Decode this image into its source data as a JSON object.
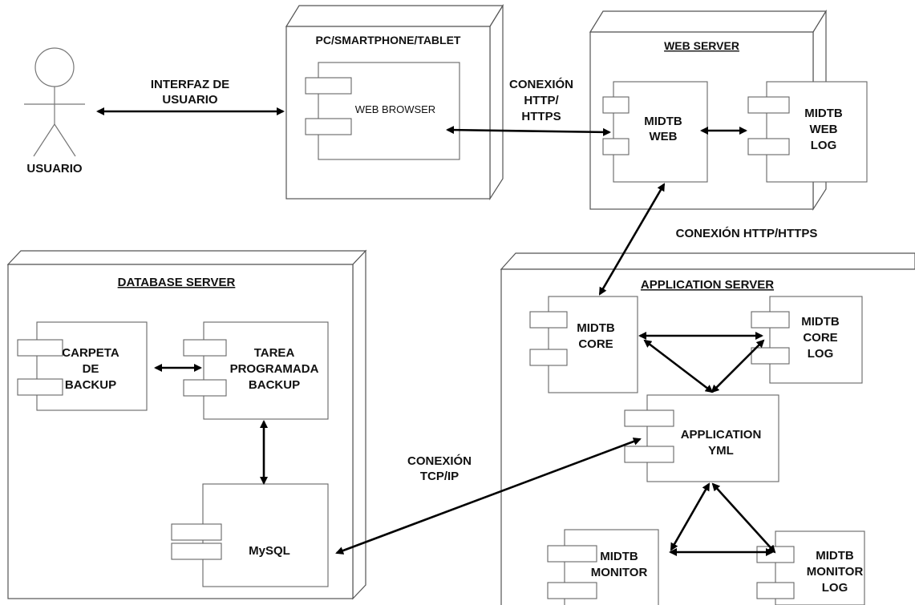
{
  "actor": {
    "name": "USUARIO"
  },
  "nodes": {
    "client": {
      "title": "PC/SMARTPHONE/TABLET"
    },
    "web_server": {
      "title": "WEB SERVER"
    },
    "database_server": {
      "title": "DATABASE SERVER"
    },
    "application_server": {
      "title": "APPLICATION SERVER"
    }
  },
  "components": {
    "web_browser": [
      "WEB BROWSER"
    ],
    "midtb_web": [
      "MIDTB",
      "WEB"
    ],
    "midtb_web_log": [
      "MIDTB",
      "WEB",
      "LOG"
    ],
    "carpeta_backup": [
      "CARPETA",
      "DE",
      "BACKUP"
    ],
    "tarea_programada": [
      "TAREA",
      "PROGRAMADA",
      "BACKUP"
    ],
    "mysql": [
      "MySQL"
    ],
    "midtb_core": [
      "MIDTB",
      "CORE"
    ],
    "midtb_core_log": [
      "MIDTB",
      "CORE",
      "LOG"
    ],
    "application_yml": [
      "APPLICATION",
      "YML"
    ],
    "midtb_monitor": [
      "MIDTB",
      "MONITOR"
    ],
    "midtb_monitor_log": [
      "MIDTB",
      "MONITOR",
      "LOG"
    ]
  },
  "connections": {
    "interfaz_usuario": [
      "INTERFAZ DE",
      "USUARIO"
    ],
    "conexion_http_client": [
      "CONEXIÓN",
      "HTTP/",
      "HTTPS"
    ],
    "conexion_http_app": [
      "CONEXIÓN HTTP/HTTPS"
    ],
    "conexion_tcp": [
      "CONEXIÓN",
      "TCP/IP"
    ]
  },
  "colors": {
    "line": "#000000",
    "box_stroke": "#555555",
    "text": "#111111"
  }
}
